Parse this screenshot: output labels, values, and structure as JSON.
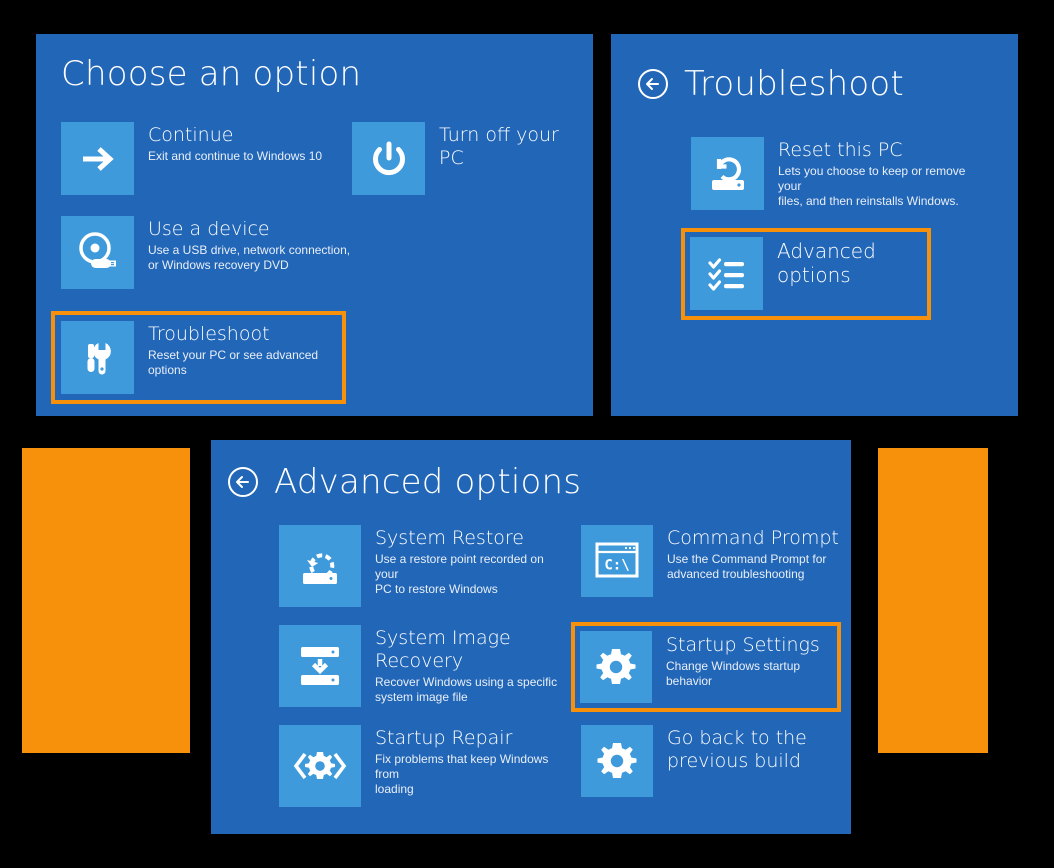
{
  "colors": {
    "background": "#000000",
    "panel_blue": "#2266b8",
    "tile_blue": "#3e9ada",
    "highlight_orange": "#f7900b",
    "text_white": "#ffffff"
  },
  "decor": {
    "left_block_name": "orange-accent-block-left",
    "right_block_name": "orange-accent-block-right"
  },
  "panels": {
    "choose": {
      "title": "Choose an option",
      "has_back_button": false,
      "options": [
        {
          "title": "Continue",
          "desc": "Exit and continue to Windows 10",
          "icon": "arrow-right-icon",
          "highlighted": false
        },
        {
          "title": "Turn off your PC",
          "desc": "",
          "icon": "power-icon",
          "highlighted": false
        },
        {
          "title": "Use a device",
          "desc": "Use a USB drive, network connection,\nor Windows recovery DVD",
          "icon": "device-disc-usb-icon",
          "highlighted": false
        },
        {
          "title": "Troubleshoot",
          "desc": "Reset your PC or see advanced options",
          "icon": "screwdriver-wrench-icon",
          "highlighted": true
        }
      ]
    },
    "troubleshoot": {
      "title": "Troubleshoot",
      "has_back_button": true,
      "back_icon": "back-arrow-circle-icon",
      "options": [
        {
          "title": "Reset this PC",
          "desc": "Lets you choose to keep or remove your\nfiles, and then reinstalls Windows.",
          "icon": "reset-pc-icon",
          "highlighted": false
        },
        {
          "title": "Advanced options",
          "desc": "",
          "icon": "checklist-icon",
          "highlighted": true
        }
      ]
    },
    "advanced": {
      "title": "Advanced options",
      "has_back_button": true,
      "back_icon": "back-arrow-circle-icon",
      "options": [
        {
          "title": "System Restore",
          "desc": "Use a restore point recorded on your\nPC to restore Windows",
          "icon": "system-restore-icon",
          "highlighted": false
        },
        {
          "title": "Command Prompt",
          "desc": "Use the Command Prompt for\nadvanced troubleshooting",
          "icon": "command-prompt-icon",
          "highlighted": false
        },
        {
          "title": "System Image\nRecovery",
          "desc": "Recover Windows using a specific\nsystem image file",
          "icon": "system-image-recovery-icon",
          "highlighted": false
        },
        {
          "title": "Startup Settings",
          "desc": "Change Windows startup behavior",
          "icon": "gear-icon",
          "highlighted": true
        },
        {
          "title": "Startup Repair",
          "desc": "Fix problems that keep Windows from\nloading",
          "icon": "code-gear-icon",
          "highlighted": false
        },
        {
          "title": "Go back to the\nprevious build",
          "desc": "",
          "icon": "gear-icon",
          "highlighted": false
        }
      ]
    }
  }
}
